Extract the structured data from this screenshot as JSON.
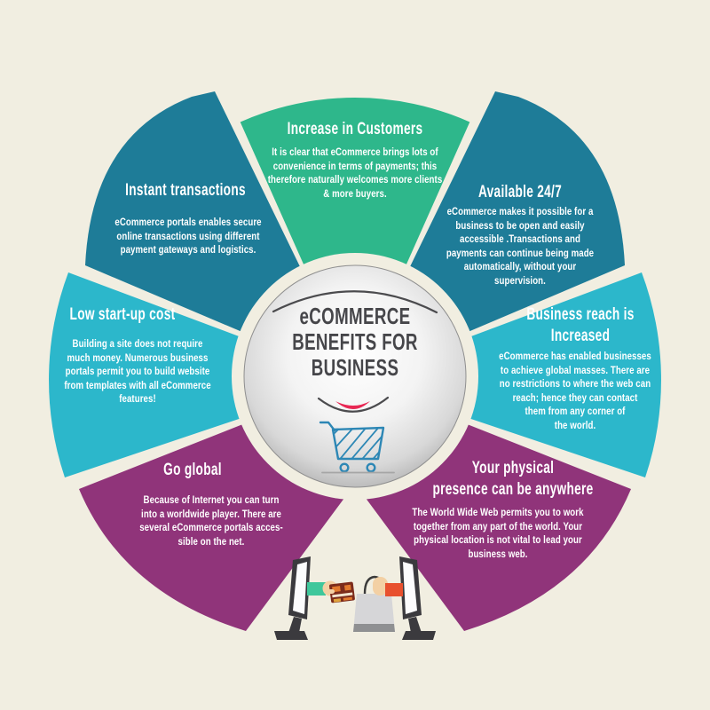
{
  "canvas": {
    "background_color": "#f1eee1"
  },
  "center": {
    "title": "eCOMMERCE\nBENEFITS FOR\nBUSINESS",
    "title_color": "#46464a",
    "smile_color": "#e82753",
    "cart_color": "#2d87b5",
    "sphere_rim_color": "#8f8f8f"
  },
  "petals": [
    {
      "id": "increase-customers",
      "heading": "Increase in Customers",
      "body": "It is clear that eCommerce brings lots of\nconvenience in terms of payments; this\ntherefore naturally welcomes more clients\n& more buyers.",
      "color": "#2eb78b"
    },
    {
      "id": "available-24-7",
      "heading": "Available 24/7",
      "body": "eCommerce makes it possible for a\nbusiness to be open and easily\naccessible .Transactions and\npayments can continue being made\nautomatically, without your\nsupervision.",
      "color": "#1e7c98"
    },
    {
      "id": "business-reach-increased",
      "heading": "Business reach is\nIncreased",
      "body": "eCommerce has enabled businesses\nto achieve global masses. There are\nno restrictions to where the web can\nreach; hence they can contact\nthem from any corner of\nthe world.",
      "color": "#2cb7cb"
    },
    {
      "id": "physical-presence-anywhere",
      "heading": "Your physical\npresence can be anywhere",
      "body": "The World Wide Web permits you to work\ntogether from any part of the world. Your\nphysical location is not vital to lead your\nbusiness web.",
      "color": "#90347a"
    },
    {
      "id": "go-global",
      "heading": "Go global",
      "body": "Because of Internet you can turn\ninto a worldwide player. There are\nseveral eCommerce portals acces-\nsible on the net.",
      "color": "#90347a"
    },
    {
      "id": "low-start-up-cost",
      "heading": "Low start-up cost",
      "body": "Building a site does not require\nmuch money. Numerous business\nportals permit you to build website\nfrom templates with all eCommerce\nfeatures!",
      "color": "#2cb7cb"
    },
    {
      "id": "instant-transactions",
      "heading": "Instant transactions",
      "body": "eCommerce portals enables secure\nonline transactions using different\npayment gateways and logistics.",
      "color": "#1e7c98"
    }
  ],
  "illustration": {
    "monitor_color": "#3b3a3e",
    "screen_color": "#fcfcfd",
    "left_sleeve_color": "#3fc79b",
    "right_sleeve_color": "#e8502e",
    "skin_color": "#f3d0a4",
    "card_color": "#7c2b1b",
    "card_stripe_color": "#e2792e",
    "card_strip_light_color": "#f2e4cf",
    "card_chip_color": "#e0a33c",
    "bag_color": "#d6d6d8",
    "bag_band_color": "#8f9092",
    "bag_handle_color": "#3a3a3a"
  }
}
